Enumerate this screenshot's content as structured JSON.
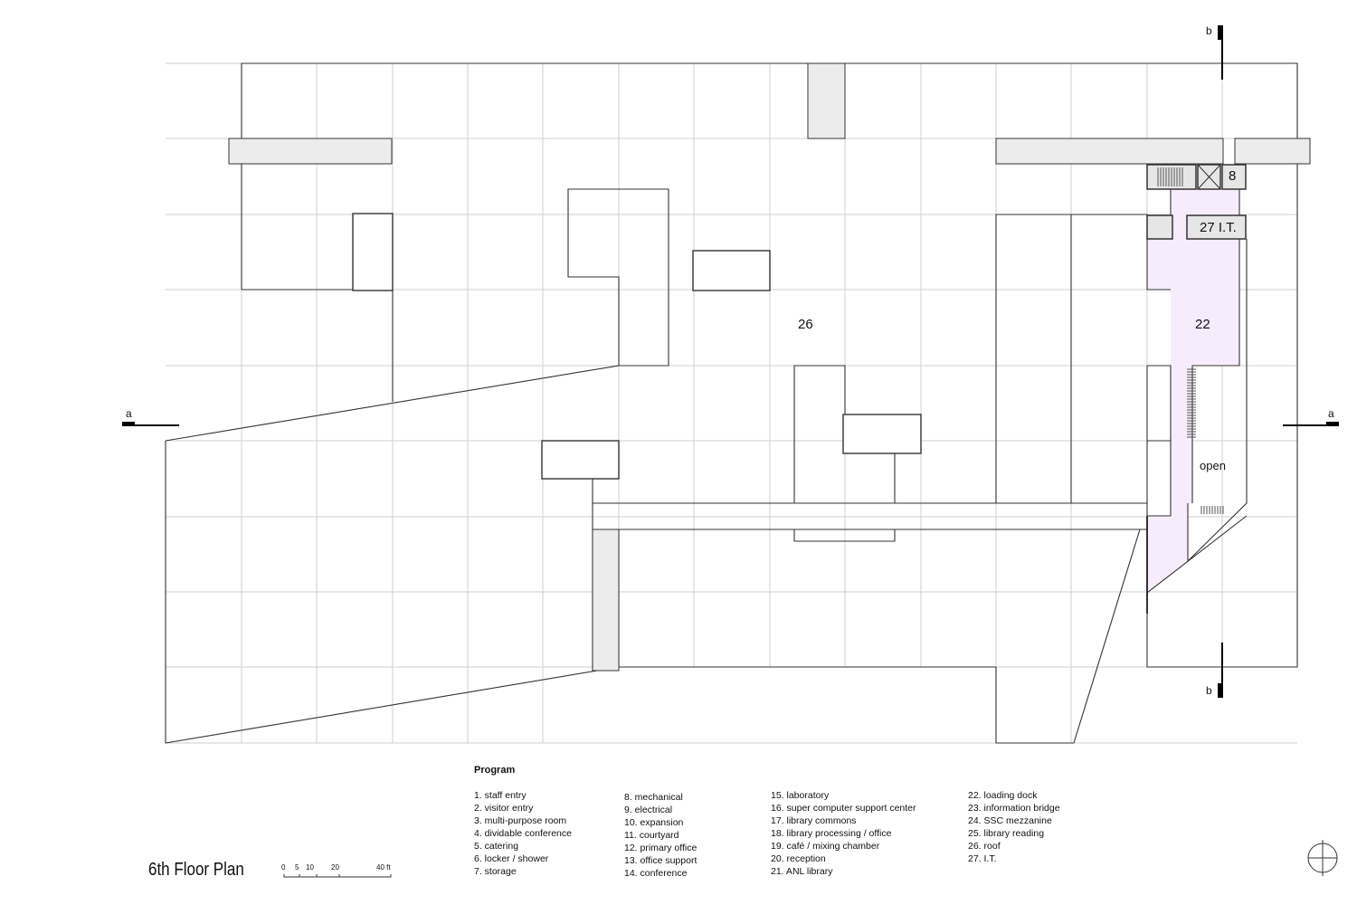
{
  "title": "6th Floor Plan",
  "scale": {
    "ticks": [
      "0",
      "5",
      "10",
      "20",
      "40 ft"
    ]
  },
  "rooms": {
    "roof": "26",
    "loading_dock": "22",
    "open": "open",
    "it": "27  I.T.",
    "mechanical": "8"
  },
  "section_marks": {
    "a_left": "a",
    "a_right": "a",
    "b_top": "b",
    "b_bottom": "b"
  },
  "legend": {
    "heading": "Program",
    "columns": [
      [
        "1.   staff entry",
        "2.   visitor entry",
        "3.   multi-purpose room",
        "4.   dividable conference",
        "5.   catering",
        "6.   locker / shower",
        "7.   storage"
      ],
      [
        "8.   mechanical",
        "9.   electrical",
        "10. expansion",
        "11. courtyard",
        "12. primary office",
        "13. office support",
        "14. conference"
      ],
      [
        "15. laboratory",
        "16. super computer support center",
        "17. library commons",
        "18. library processing / office",
        "19. café / mixing chamber",
        "20. reception",
        "21. ANL library"
      ],
      [
        "22. loading dock",
        "23. information bridge",
        "24. SSC mezzanine",
        "25. library reading",
        "26. roof",
        "27. I.T."
      ]
    ]
  },
  "colors": {
    "highlight": "#f6ecfb",
    "line": "#333333",
    "grid": "#cfcfcf",
    "concrete": "#ececec"
  }
}
